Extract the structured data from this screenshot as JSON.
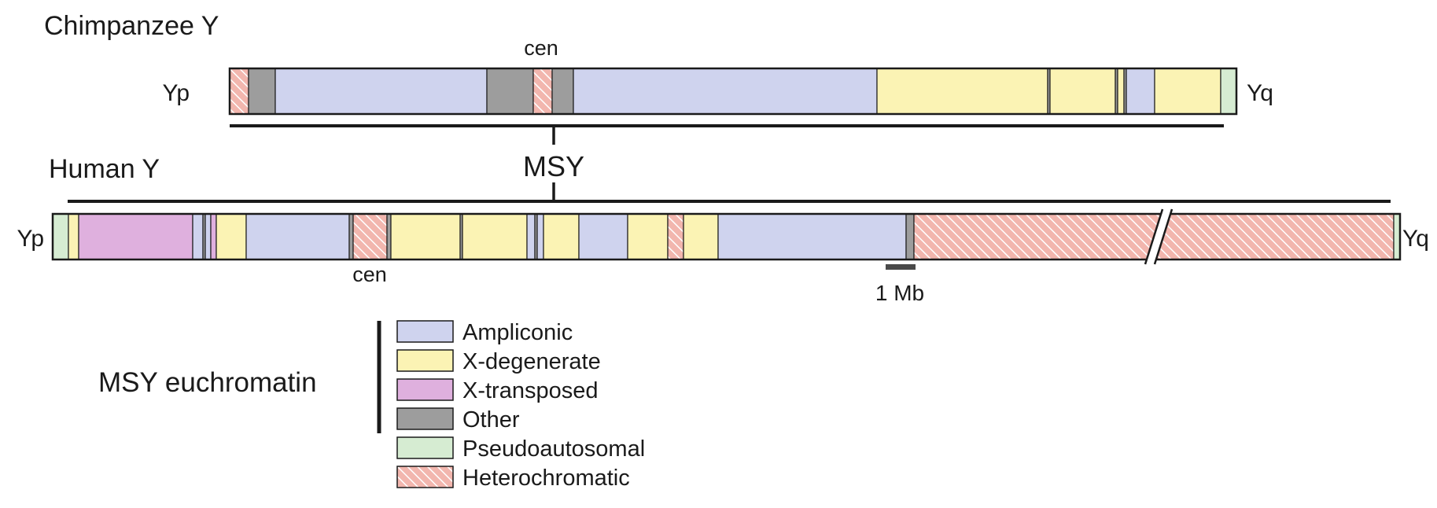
{
  "chimp": {
    "title": "Chimpanzee Y",
    "p_arm": "Yp",
    "q_arm": "Yq",
    "cen_label": "cen",
    "segments": [
      {
        "start": 0,
        "end": 24,
        "type": "Heterochromatic"
      },
      {
        "start": 24,
        "end": 58,
        "type": "Other"
      },
      {
        "start": 58,
        "end": 327,
        "type": "Ampliconic"
      },
      {
        "start": 327,
        "end": 386,
        "type": "Other"
      },
      {
        "start": 386,
        "end": 410,
        "type": "Heterochromatic"
      },
      {
        "start": 410,
        "end": 437,
        "type": "Other"
      },
      {
        "start": 437,
        "end": 823,
        "type": "Ampliconic"
      },
      {
        "start": 823,
        "end": 1040,
        "type": "X-degenerate"
      },
      {
        "start": 1040,
        "end": 1043,
        "type": "Other"
      },
      {
        "start": 1043,
        "end": 1126,
        "type": "X-degenerate"
      },
      {
        "start": 1126,
        "end": 1129,
        "type": "Other"
      },
      {
        "start": 1129,
        "end": 1137,
        "type": "X-degenerate"
      },
      {
        "start": 1137,
        "end": 1140,
        "type": "Other"
      },
      {
        "start": 1140,
        "end": 1176,
        "type": "Ampliconic"
      },
      {
        "start": 1176,
        "end": 1260,
        "type": "X-degenerate"
      },
      {
        "start": 1260,
        "end": 1280,
        "type": "Pseudoautosomal"
      }
    ]
  },
  "human": {
    "title": "Human Y",
    "p_arm": "Yp",
    "q_arm": "Yq",
    "cen_label": "cen",
    "segments": [
      {
        "start": 0,
        "end": 20,
        "type": "Pseudoautosomal"
      },
      {
        "start": 20,
        "end": 33,
        "type": "X-degenerate"
      },
      {
        "start": 33,
        "end": 178,
        "type": "X-transposed"
      },
      {
        "start": 178,
        "end": 191,
        "type": "Ampliconic"
      },
      {
        "start": 191,
        "end": 194,
        "type": "Other"
      },
      {
        "start": 194,
        "end": 201,
        "type": "Ampliconic"
      },
      {
        "start": 201,
        "end": 208,
        "type": "X-transposed"
      },
      {
        "start": 208,
        "end": 246,
        "type": "X-degenerate"
      },
      {
        "start": 246,
        "end": 377,
        "type": "Ampliconic"
      },
      {
        "start": 377,
        "end": 382,
        "type": "Other"
      },
      {
        "start": 382,
        "end": 425,
        "type": "Heterochromatic"
      },
      {
        "start": 425,
        "end": 430,
        "type": "Other"
      },
      {
        "start": 430,
        "end": 518,
        "type": "X-degenerate"
      },
      {
        "start": 518,
        "end": 521,
        "type": "Other"
      },
      {
        "start": 521,
        "end": 603,
        "type": "X-degenerate"
      },
      {
        "start": 603,
        "end": 613,
        "type": "Ampliconic"
      },
      {
        "start": 613,
        "end": 616,
        "type": "Other"
      },
      {
        "start": 616,
        "end": 624,
        "type": "Ampliconic"
      },
      {
        "start": 624,
        "end": 669,
        "type": "X-degenerate"
      },
      {
        "start": 669,
        "end": 731,
        "type": "Ampliconic"
      },
      {
        "start": 731,
        "end": 782,
        "type": "X-degenerate"
      },
      {
        "start": 782,
        "end": 802,
        "type": "Heterochromatic"
      },
      {
        "start": 802,
        "end": 846,
        "type": "X-degenerate"
      },
      {
        "start": 846,
        "end": 1085,
        "type": "Ampliconic"
      },
      {
        "start": 1085,
        "end": 1095,
        "type": "Other"
      },
      {
        "start": 1095,
        "end": 1705,
        "type": "Heterochromatic"
      },
      {
        "start": 1705,
        "end": 1713,
        "type": "Pseudoautosomal"
      }
    ]
  },
  "msy_label": "MSY",
  "scale_label": "1 Mb",
  "legend": {
    "group_label": "MSY euchromatin",
    "items": [
      {
        "label": "Ampliconic",
        "color": "#cfd3ee"
      },
      {
        "label": "X-degenerate",
        "color": "#fbf3b4"
      },
      {
        "label": "X-transposed",
        "color": "#dfb0de"
      },
      {
        "label": "Other",
        "color": "#9d9d9d"
      },
      {
        "label": "Pseudoautosomal",
        "color": "#d6ecd2"
      },
      {
        "label": "Heterochromatic",
        "color": "#f2b6ae",
        "pattern": "hatched"
      }
    ]
  },
  "colors": {
    "Ampliconic": "#cfd3ee",
    "X-degenerate": "#fbf3b4",
    "X-transposed": "#dfb0de",
    "Other": "#9d9d9d",
    "Pseudoautosomal": "#d6ecd2",
    "Heterochromatic": "#f2b6ae",
    "Heterochromatic_stripe": "#ffffff",
    "outline": "#1a1a1a"
  }
}
